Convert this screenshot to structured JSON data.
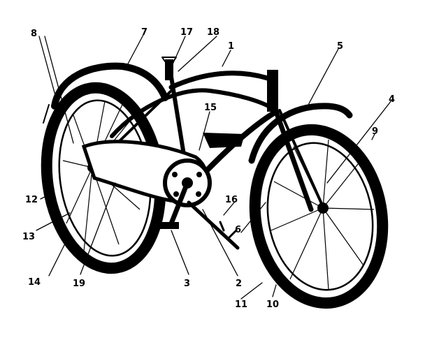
{
  "diagram": {
    "subject": "bicycle-parts",
    "callouts": [
      {
        "id": "c1",
        "label": "1"
      },
      {
        "id": "c2",
        "label": "2"
      },
      {
        "id": "c3",
        "label": "3"
      },
      {
        "id": "c4",
        "label": "4"
      },
      {
        "id": "c5",
        "label": "5"
      },
      {
        "id": "c6",
        "label": "6"
      },
      {
        "id": "c7",
        "label": "7"
      },
      {
        "id": "c8",
        "label": "8"
      },
      {
        "id": "c9",
        "label": "9"
      },
      {
        "id": "c10",
        "label": "10"
      },
      {
        "id": "c11",
        "label": "11"
      },
      {
        "id": "c12",
        "label": "12"
      },
      {
        "id": "c13",
        "label": "13"
      },
      {
        "id": "c14",
        "label": "14"
      },
      {
        "id": "c15",
        "label": "15"
      },
      {
        "id": "c16",
        "label": "16"
      },
      {
        "id": "c17",
        "label": "17"
      },
      {
        "id": "c18",
        "label": "18"
      },
      {
        "id": "c19",
        "label": "19"
      }
    ]
  }
}
